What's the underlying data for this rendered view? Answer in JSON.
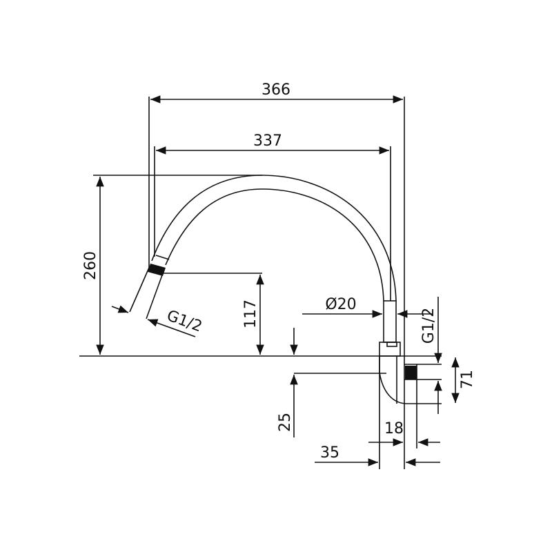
{
  "drawing": {
    "type": "technical-dimension-drawing",
    "subject": "shower arm",
    "line_color": "#111111",
    "background": "#ffffff"
  },
  "dimensions": {
    "overall_width": "366",
    "inner_width": "337",
    "overall_height": "260",
    "outlet_height": "117",
    "pipe_diameter": "Ø20",
    "outlet_thread": "G1/2",
    "inlet_thread": "G1/2",
    "flange_height": "71",
    "base_offset": "25",
    "flange_depth": "18",
    "wall_offset": "35"
  }
}
